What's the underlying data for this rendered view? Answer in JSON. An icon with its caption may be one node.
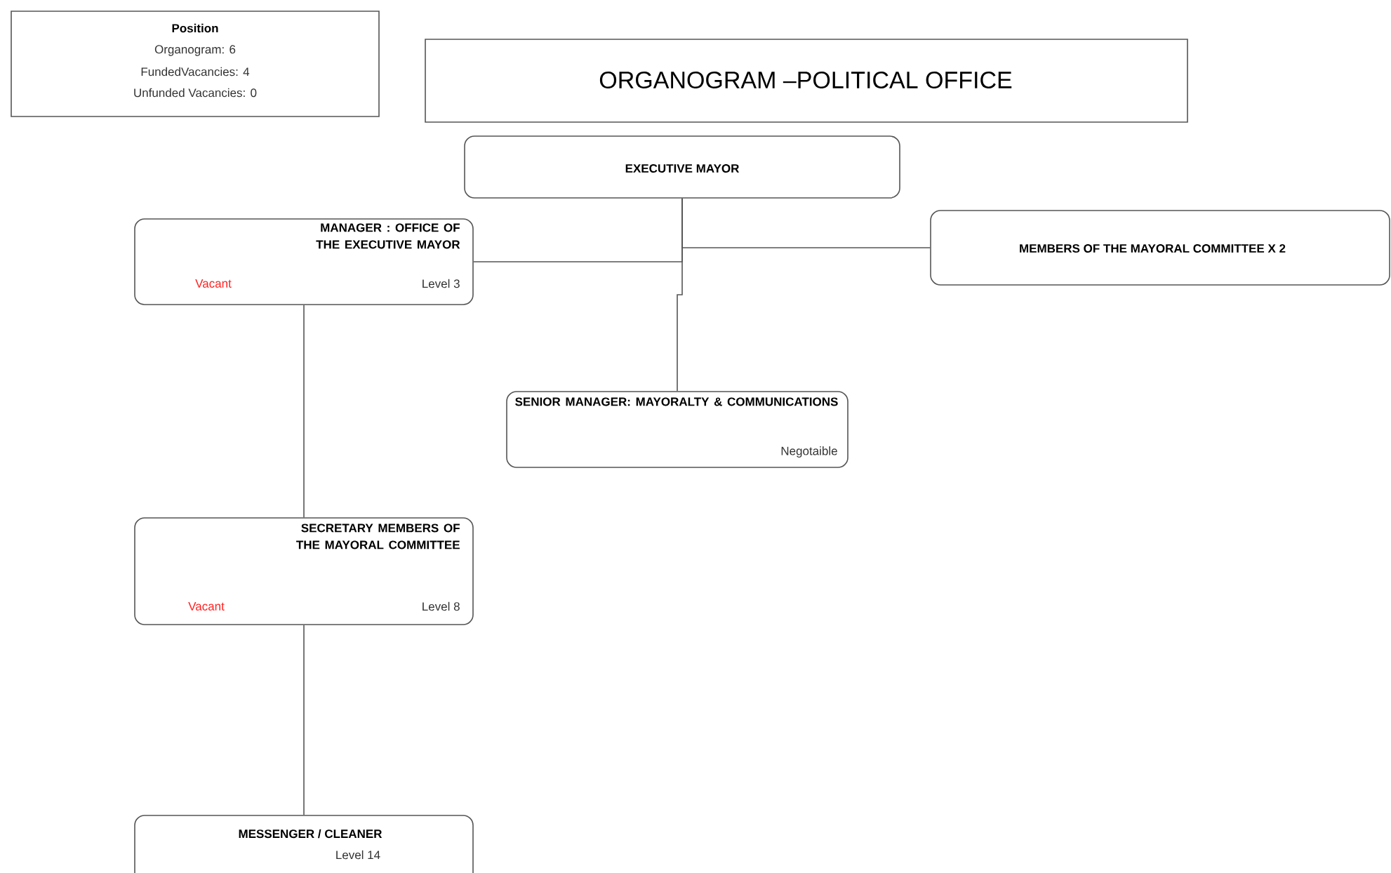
{
  "diagram": {
    "nodes": [
      {
        "text": [
          "Position",
          "Organogram: 6",
          "FundedVacancies: 4",
          "Unfunded Vacancies: 0"
        ]
      },
      {
        "text": [
          "ORGANOGRAM –POLITICAL OFFICE"
        ]
      },
      {
        "text": [
          "EXECUTIVE MAYOR"
        ]
      },
      {
        "text": [
          "MANAGER : OFFICE OF THE EXECUTIVE MAYOR",
          "Vacant",
          "Level 3"
        ]
      },
      {
        "text": [
          "MEMBERS OF THE MAYORAL COMMITTEE X 2"
        ]
      },
      {
        "text": [
          "SENIOR MANAGER: MAYORALTY & COMMUNICATIONS",
          "Negotaible"
        ]
      },
      {
        "text": [
          "SECRETARY MEMBERS OF THE MAYORAL COMMITTEE",
          "Vacant",
          "Level 8"
        ]
      },
      {
        "text": [
          "MESSENGER / CLEANER",
          "Level 14"
        ]
      }
    ],
    "edges": [
      {
        "from": 2,
        "to": 3,
        "arrow": "none"
      },
      {
        "from": 2,
        "to": 4,
        "arrow": "none"
      },
      {
        "from": 2,
        "to": 5,
        "arrow": "none"
      },
      {
        "from": 3,
        "to": 6,
        "arrow": "none"
      },
      {
        "from": 6,
        "to": 7,
        "arrow": "none"
      }
    ]
  }
}
